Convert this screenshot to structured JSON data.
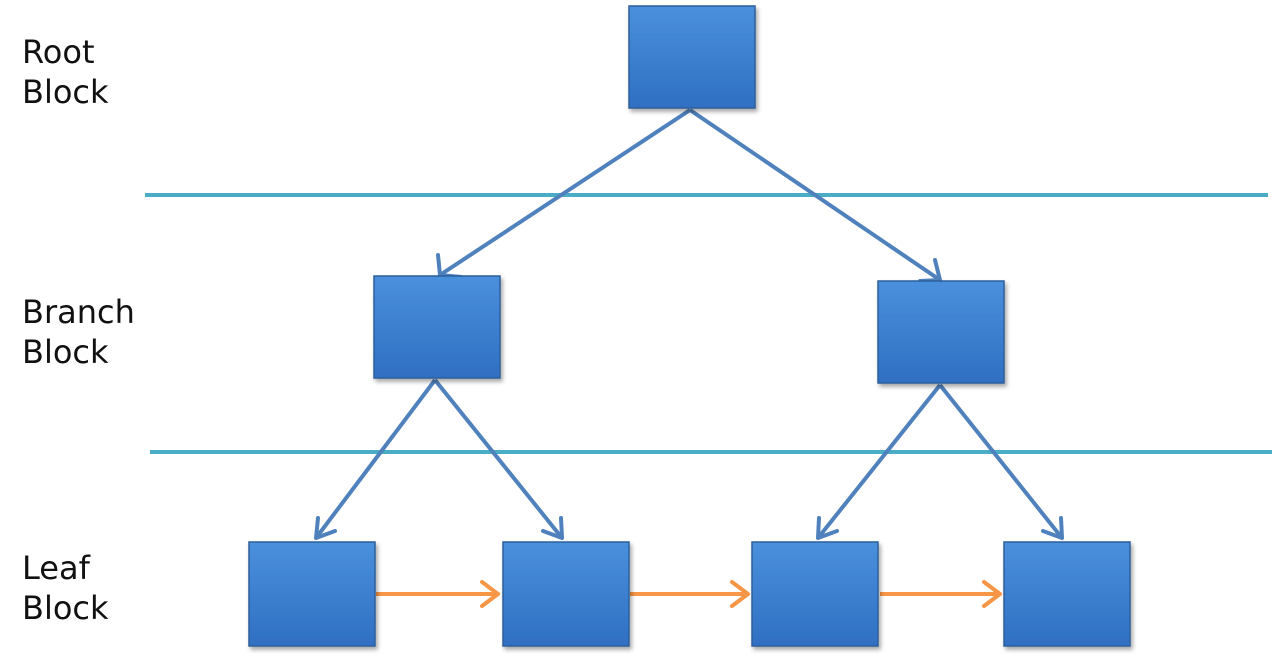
{
  "levels": {
    "root": {
      "line1": "Root",
      "line2": "Block"
    },
    "branch": {
      "line1": "Branch",
      "line2": "Block"
    },
    "leaf": {
      "line1": "Leaf",
      "line2": "Block"
    }
  },
  "colors": {
    "block_fill_top": "#4a90dc",
    "block_fill_bottom": "#2f6fc2",
    "block_border": "#2d5f9a",
    "tree_arrow": "#4f81bd",
    "leaf_link_arrow": "#f79646",
    "separator_line": "#4bacc6"
  }
}
